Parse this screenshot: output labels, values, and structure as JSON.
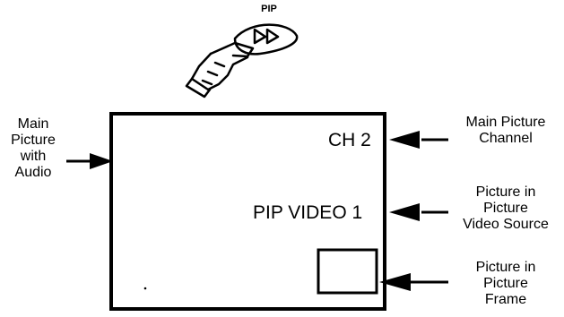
{
  "remote": {
    "button_label": "PIP"
  },
  "screen": {
    "channel_text": "CH 2",
    "pip_source_text": "PIP VIDEO 1"
  },
  "callouts": {
    "main_picture_audio": [
      "Main",
      "Picture",
      "with",
      "Audio"
    ],
    "main_picture_channel": [
      "Main Picture",
      "Channel"
    ],
    "pip_video_source": [
      "Picture in",
      "Picture",
      "Video Source"
    ],
    "pip_frame": [
      "Picture in",
      "Picture",
      "Frame"
    ]
  }
}
